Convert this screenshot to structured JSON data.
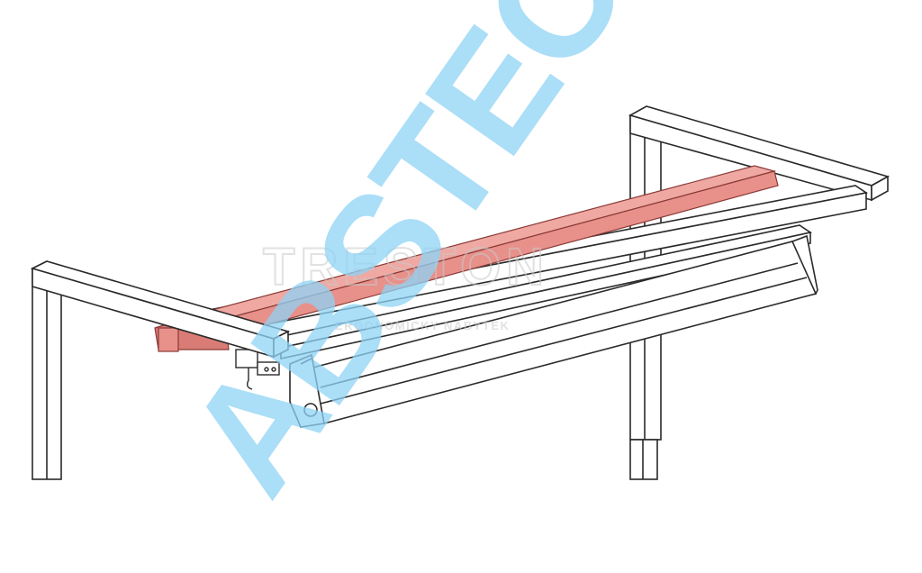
{
  "drawing": {
    "subject": "workbench overhead frame with rail and lamp",
    "colors": {
      "outline": "#2a2a2a",
      "rail_fill": "#e8908a",
      "rail_dark": "#c86a64",
      "frame_fill": "#ffffff",
      "watermark_blue": "#8fd3f5",
      "watermark_grey": "#cfcfcf"
    }
  },
  "watermark": {
    "brand_main": "TRESTON",
    "brand_sub": "ERGONOMICKY NABYTEK",
    "logo": "ABSTEC"
  }
}
